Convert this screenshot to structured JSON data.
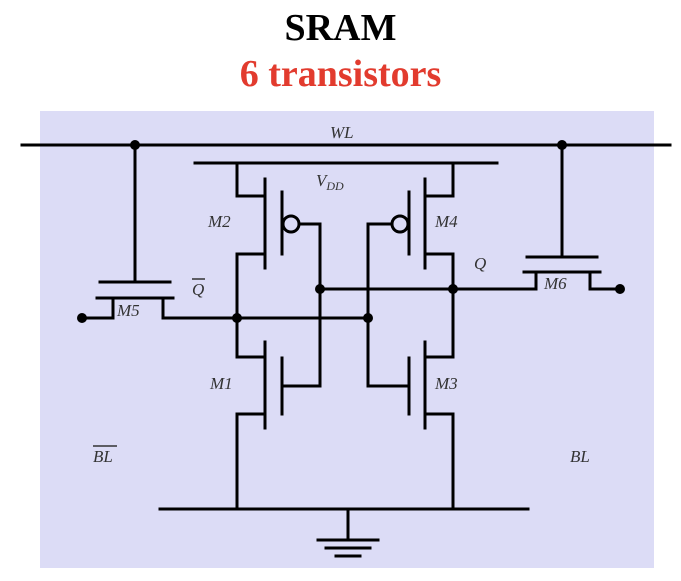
{
  "title": "SRAM",
  "subtitle": "6 transistors",
  "labels": {
    "wl": "WL",
    "vdd": "V",
    "vdd_sub": "DD",
    "m1": "M1",
    "m2": "M2",
    "m3": "M3",
    "m4": "M4",
    "m5": "M5",
    "m6": "M6",
    "q": "Q",
    "q_bar": "Q",
    "bl": "BL",
    "bl_bar": "BL"
  },
  "colors": {
    "panel": "#dcdcf6",
    "title": "#000000",
    "subtitle": "#e23b2e",
    "wire": "#000000"
  }
}
